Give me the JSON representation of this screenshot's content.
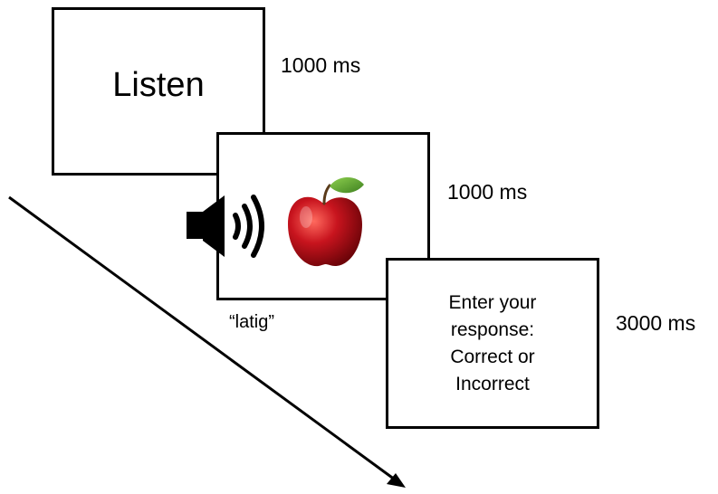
{
  "frames": {
    "first": {
      "text": "Listen",
      "duration": "1000 ms"
    },
    "second": {
      "audio_word": "“latig”",
      "icons": [
        "speaker-icon",
        "apple-image"
      ],
      "duration": "1000 ms"
    },
    "third": {
      "lines": [
        "Enter your",
        "response:",
        "Correct or",
        "Incorrect"
      ],
      "duration": "3000 ms"
    }
  },
  "colors": {
    "stroke": "#000000",
    "background": "#ffffff",
    "apple_red": "#c0141e",
    "leaf_green": "#4e9a2a"
  }
}
